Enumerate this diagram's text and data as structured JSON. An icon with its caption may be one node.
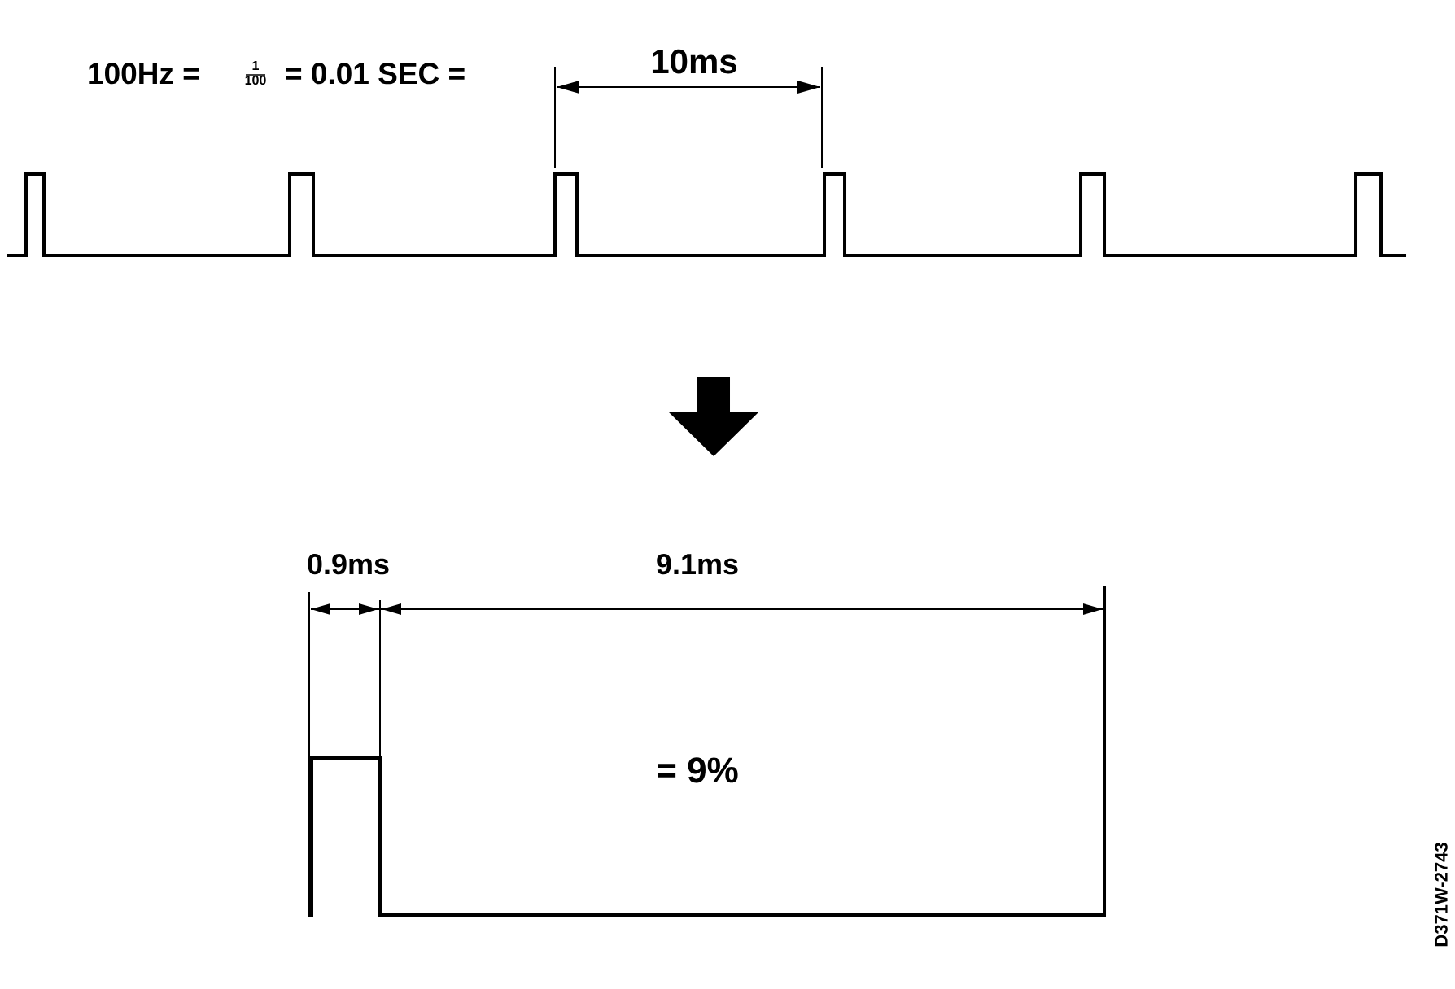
{
  "diagram": {
    "labels": [
      "100Hz =",
      "1",
      "100",
      "= 0.01 SEC =",
      "10ms",
      "0.9ms",
      "9.1ms",
      "= 9%",
      "D371W-2743"
    ]
  }
}
